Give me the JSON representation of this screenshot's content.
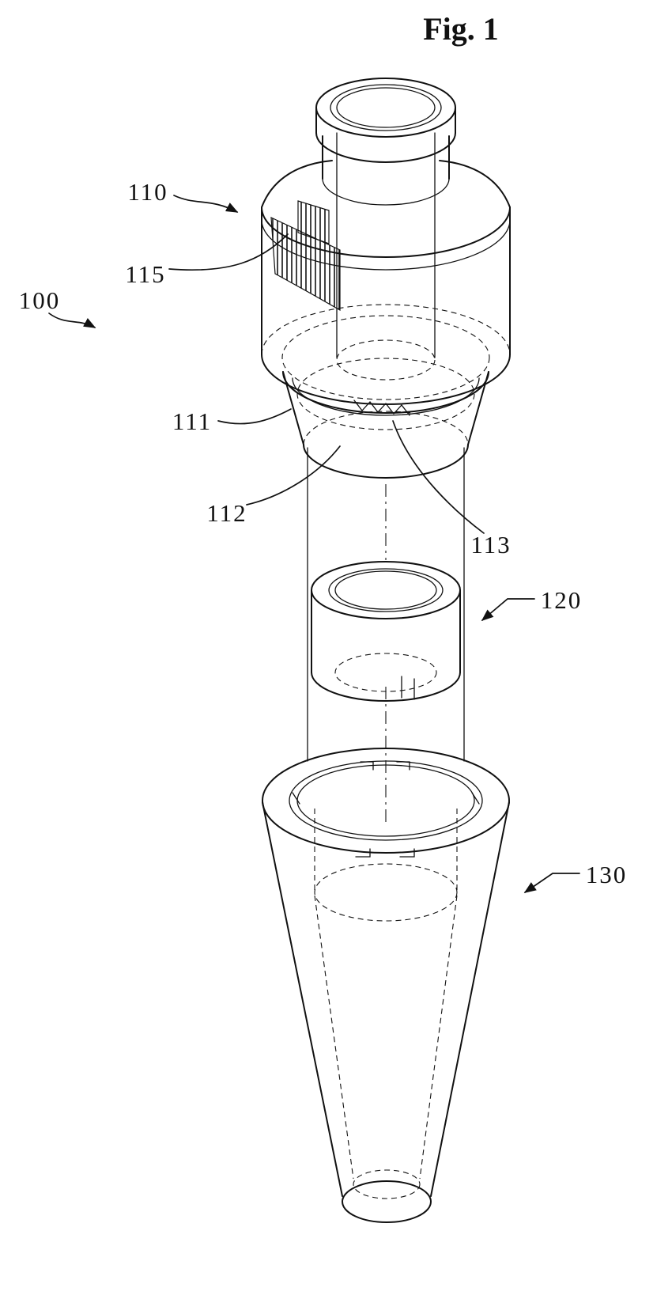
{
  "figure": {
    "title": "Fig. 1"
  },
  "labels": {
    "part100": "100",
    "part110": "110",
    "part111": "111",
    "part112": "112",
    "part113": "113",
    "part115": "115",
    "part120": "120",
    "part130": "130"
  },
  "colors": {
    "ink": "#111111",
    "background": "#ffffff"
  }
}
